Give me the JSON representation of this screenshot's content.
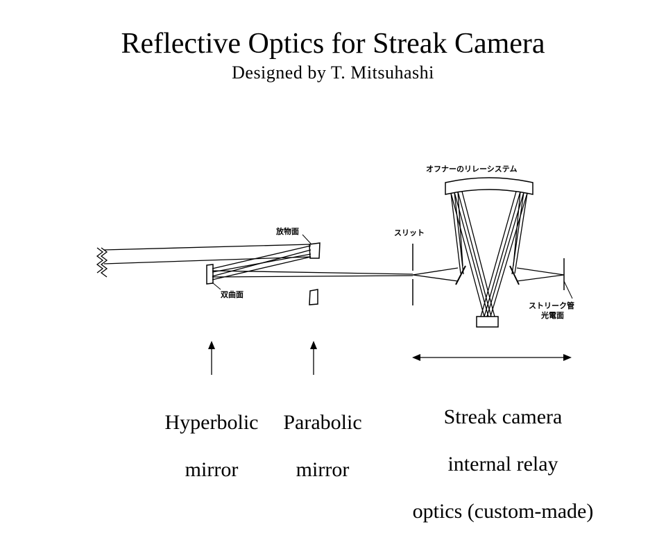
{
  "title": "Reflective Optics for Streak Camera",
  "subtitle": "Designed by T. Mitsuhashi",
  "diagram_labels": {
    "parabolic_jp": "放物面",
    "hyperbolic_jp": "双曲面",
    "slit_jp": "スリット",
    "offner_jp": "オフナーのリレーシステム",
    "streak_tube_jp_line1": "ストリーク管",
    "streak_tube_jp_line2": "光電面"
  },
  "captions": {
    "hyperbolic_line1": "Hyperbolic",
    "hyperbolic_line2": "mirror",
    "parabolic_line1": "Parabolic",
    "parabolic_line2": "mirror",
    "relay_line1": "Streak camera",
    "relay_line2": "internal relay",
    "relay_line3": "optics (custom-made)"
  }
}
